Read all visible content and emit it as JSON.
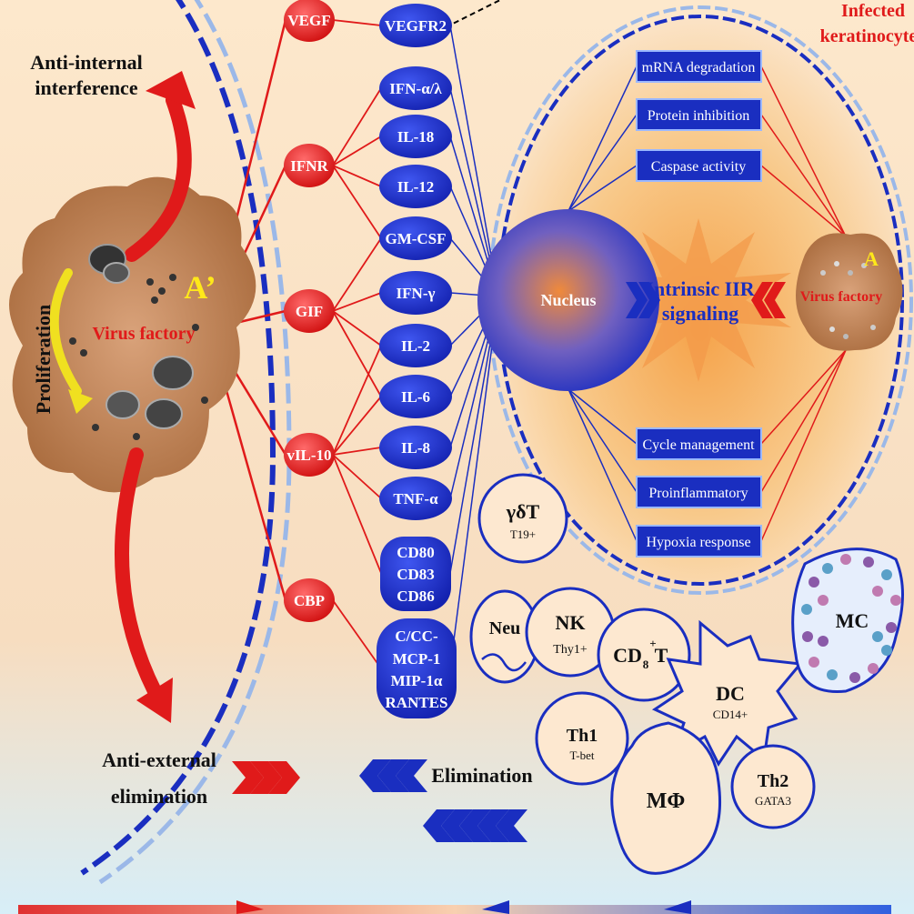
{
  "left": {
    "anti_internal": [
      "Anti-internal",
      "interference"
    ],
    "proliferation": "Proliferation",
    "virus_factory": "Virus factory",
    "a_prime": "A’",
    "anti_external": [
      "Anti-external",
      "elimination"
    ]
  },
  "red_factors": [
    "VEGF",
    "IFNR",
    "GIF",
    "vIL-10",
    "CBP"
  ],
  "blue_factors": [
    "VEGFR2",
    "IFN-α/λ",
    "IL-18",
    "IL-12",
    "GM-CSF",
    "IFN-γ",
    "IL-2",
    "IL-6",
    "IL-8",
    "TNF-α"
  ],
  "cd_group": [
    "CD80",
    "CD83",
    "CD86"
  ],
  "chemokine_group": [
    "C/CC-",
    "MCP-1",
    "MIP-1α",
    "RANTES"
  ],
  "cell": {
    "label": [
      "Infected",
      "keratinocyte"
    ],
    "nucleus": "Nucleus",
    "signaling": [
      "Intrinsic IIR",
      "signaling"
    ],
    "virus_factory": "Virus factory",
    "a_label": "A",
    "top_boxes": [
      "mRNA degradation",
      "Protein inhibition",
      "Caspase activity"
    ],
    "bottom_boxes": [
      "Cycle management",
      "Proinflammatory",
      "Hypoxia response"
    ]
  },
  "immune_cells": {
    "gdt": {
      "name": "γδT",
      "sub": "T19+"
    },
    "neu": {
      "name": "Neu"
    },
    "nk": {
      "name": "NK",
      "sub": "Thy1+"
    },
    "cd8": {
      "name": "CD",
      "sub_script": "8",
      "sup_script": "+",
      "suffix": "T"
    },
    "th1": {
      "name": "Th1",
      "sub": "T-bet"
    },
    "dc": {
      "name": "DC",
      "sub": "CD14+"
    },
    "mphi": {
      "name": "MΦ"
    },
    "th2": {
      "name": "Th2",
      "sub": "GATA3"
    },
    "mc": {
      "name": "MC"
    }
  },
  "elimination": "Elimination",
  "colors": {
    "red": "#e01a1a",
    "blue": "#1a2ec0",
    "cloud": "#c98a5a",
    "background": "#fbe3c6"
  }
}
